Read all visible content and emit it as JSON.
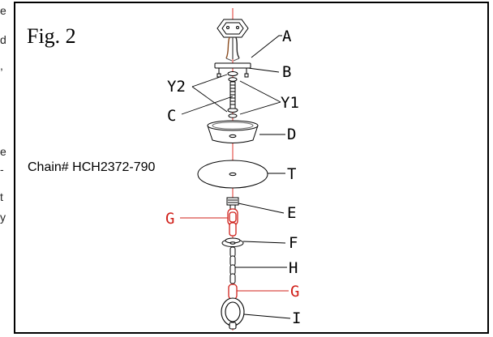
{
  "left_margin_fragments": [
    "e",
    "d",
    ",",
    "e",
    "-",
    "t",
    "y"
  ],
  "figure": {
    "title": "Fig. 2",
    "chain_note": "Chain# HCH2372-790",
    "parts": {
      "A": "A",
      "B": "B",
      "Y2": "Y2",
      "Y1": "Y1",
      "C": "C",
      "D": "D",
      "T": "T",
      "E": "E",
      "G_upper": "G",
      "F": "F",
      "H": "H",
      "G_lower": "G",
      "I": "I"
    },
    "colors": {
      "axis": "#e0342c",
      "highlight": "#d0201a",
      "ink": "#000000"
    }
  }
}
